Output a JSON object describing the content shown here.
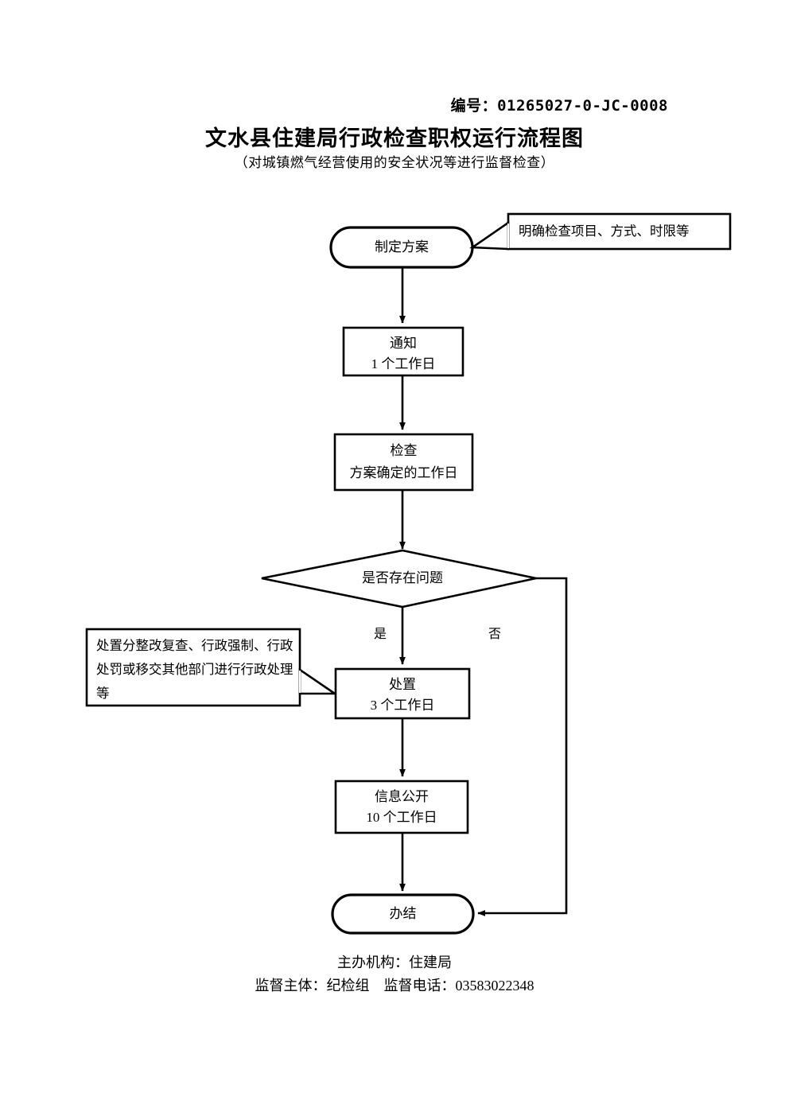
{
  "header": {
    "doc_number": "编号：01265027-0-JC-0008",
    "title": "文水县住建局行政检查职权运行流程图",
    "subtitle": "（对城镇燃气经营使用的安全状况等进行监督检查）"
  },
  "flow": {
    "start_node": {
      "label": "制定方案"
    },
    "start_callout": {
      "label": "明确检查项目、方式、时限等"
    },
    "notify_node": {
      "line1": "通知",
      "line2": "1 个工作日"
    },
    "inspect_node": {
      "line1": "检查",
      "line2": "方案确定的工作日"
    },
    "decision_node": {
      "label": "是否存在问题"
    },
    "branch_yes": {
      "label": "是"
    },
    "branch_no": {
      "label": "否"
    },
    "handle_callout": {
      "label": "处置分整改复查、行政强制、行政处罚或移交其他部门进行行政处理等"
    },
    "handle_node": {
      "line1": "处置",
      "line2": "3 个工作日"
    },
    "disclosure_node": {
      "line1": "信息公开",
      "line2": "10 个工作日"
    },
    "end_node": {
      "label": "办结"
    }
  },
  "footer": {
    "line1": "主办机构：住建局",
    "line2": "监督主体：纪检组　监督电话：03583022348"
  },
  "colors": {
    "stroke": "#000000",
    "background": "#ffffff",
    "text": "#000000"
  }
}
